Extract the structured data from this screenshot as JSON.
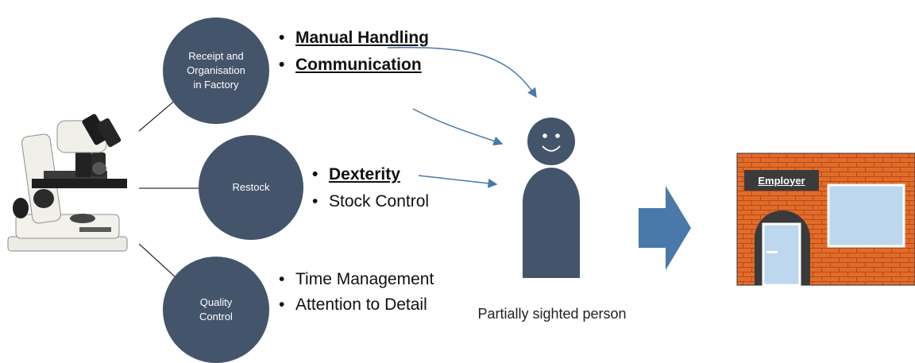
{
  "stages": [
    {
      "label": "Receipt and\nOrganisation\nin Factory",
      "skills": [
        {
          "text": "Manual Handling",
          "key": true
        },
        {
          "text": "Communication",
          "key": true
        }
      ]
    },
    {
      "label": "Restock",
      "skills": [
        {
          "text": "Dexterity",
          "key": true
        },
        {
          "text": "Stock Control",
          "key": false
        }
      ]
    },
    {
      "label": "Quality\nControl",
      "skills": [
        {
          "text": "Time Management",
          "key": false
        },
        {
          "text": "Attention to Detail",
          "key": false
        }
      ]
    }
  ],
  "person": {
    "caption": "Partially sighted person"
  },
  "employer": {
    "sign": "Employer"
  },
  "colors": {
    "node": "#44546a",
    "connector_arrow": "#4a78a8",
    "big_arrow": "#4a78a8",
    "brick": "#e36b2a",
    "window": "#bdd7ee"
  },
  "icons": [
    "microscope-icon",
    "person-icon",
    "right-arrow-icon",
    "employer-building-icon"
  ]
}
